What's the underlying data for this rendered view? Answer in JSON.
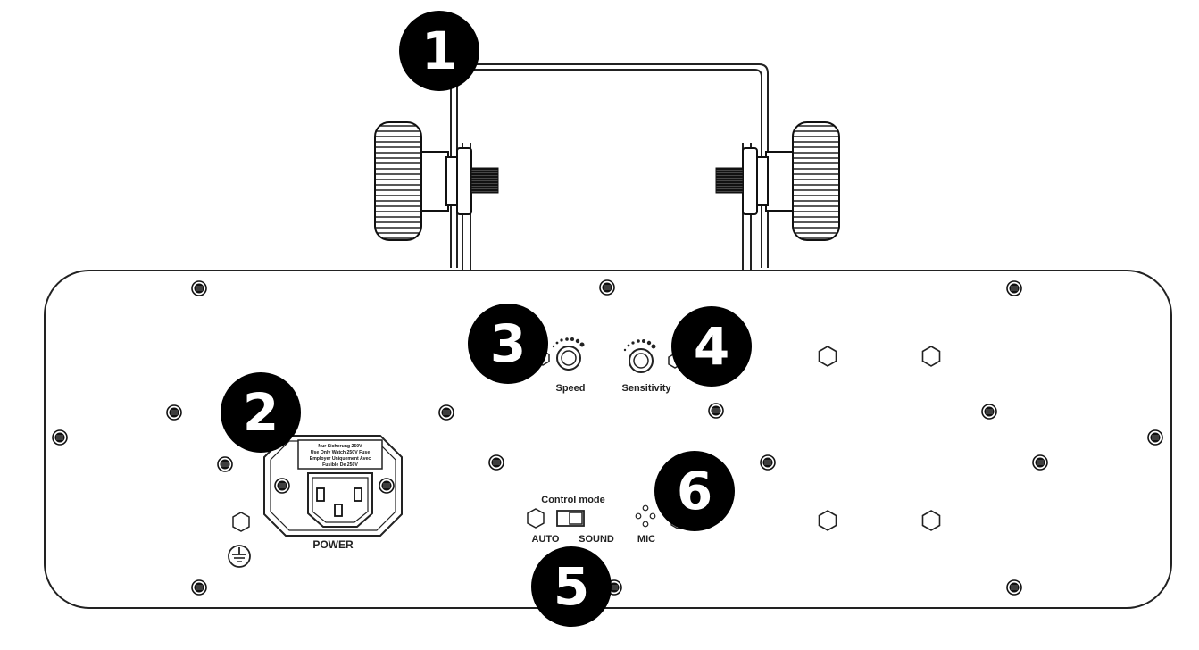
{
  "diagram": {
    "labels": {
      "speed": "Speed",
      "sensitivity": "Sensitivity",
      "power": "POWER",
      "control_mode": "Control mode",
      "auto": "AUTO",
      "sound": "SOUND",
      "mic": "MIC"
    },
    "fuse_label": [
      "Nur Sicherung 250V",
      "Use Only Watch 250V Fuse",
      "Employer Uniquement Avec",
      "Fusible De 250V"
    ],
    "callouts": [
      "1",
      "2",
      "3",
      "4",
      "5",
      "6"
    ],
    "colors": {
      "line": "#222222",
      "callout_fill": "#000000",
      "callout_text": "#ffffff",
      "background": "#ffffff"
    },
    "icons": {
      "screw": "screw-icon",
      "ground": "ground-symbol-icon",
      "knob": "knob-icon",
      "hex": "hex-nut-icon"
    }
  }
}
